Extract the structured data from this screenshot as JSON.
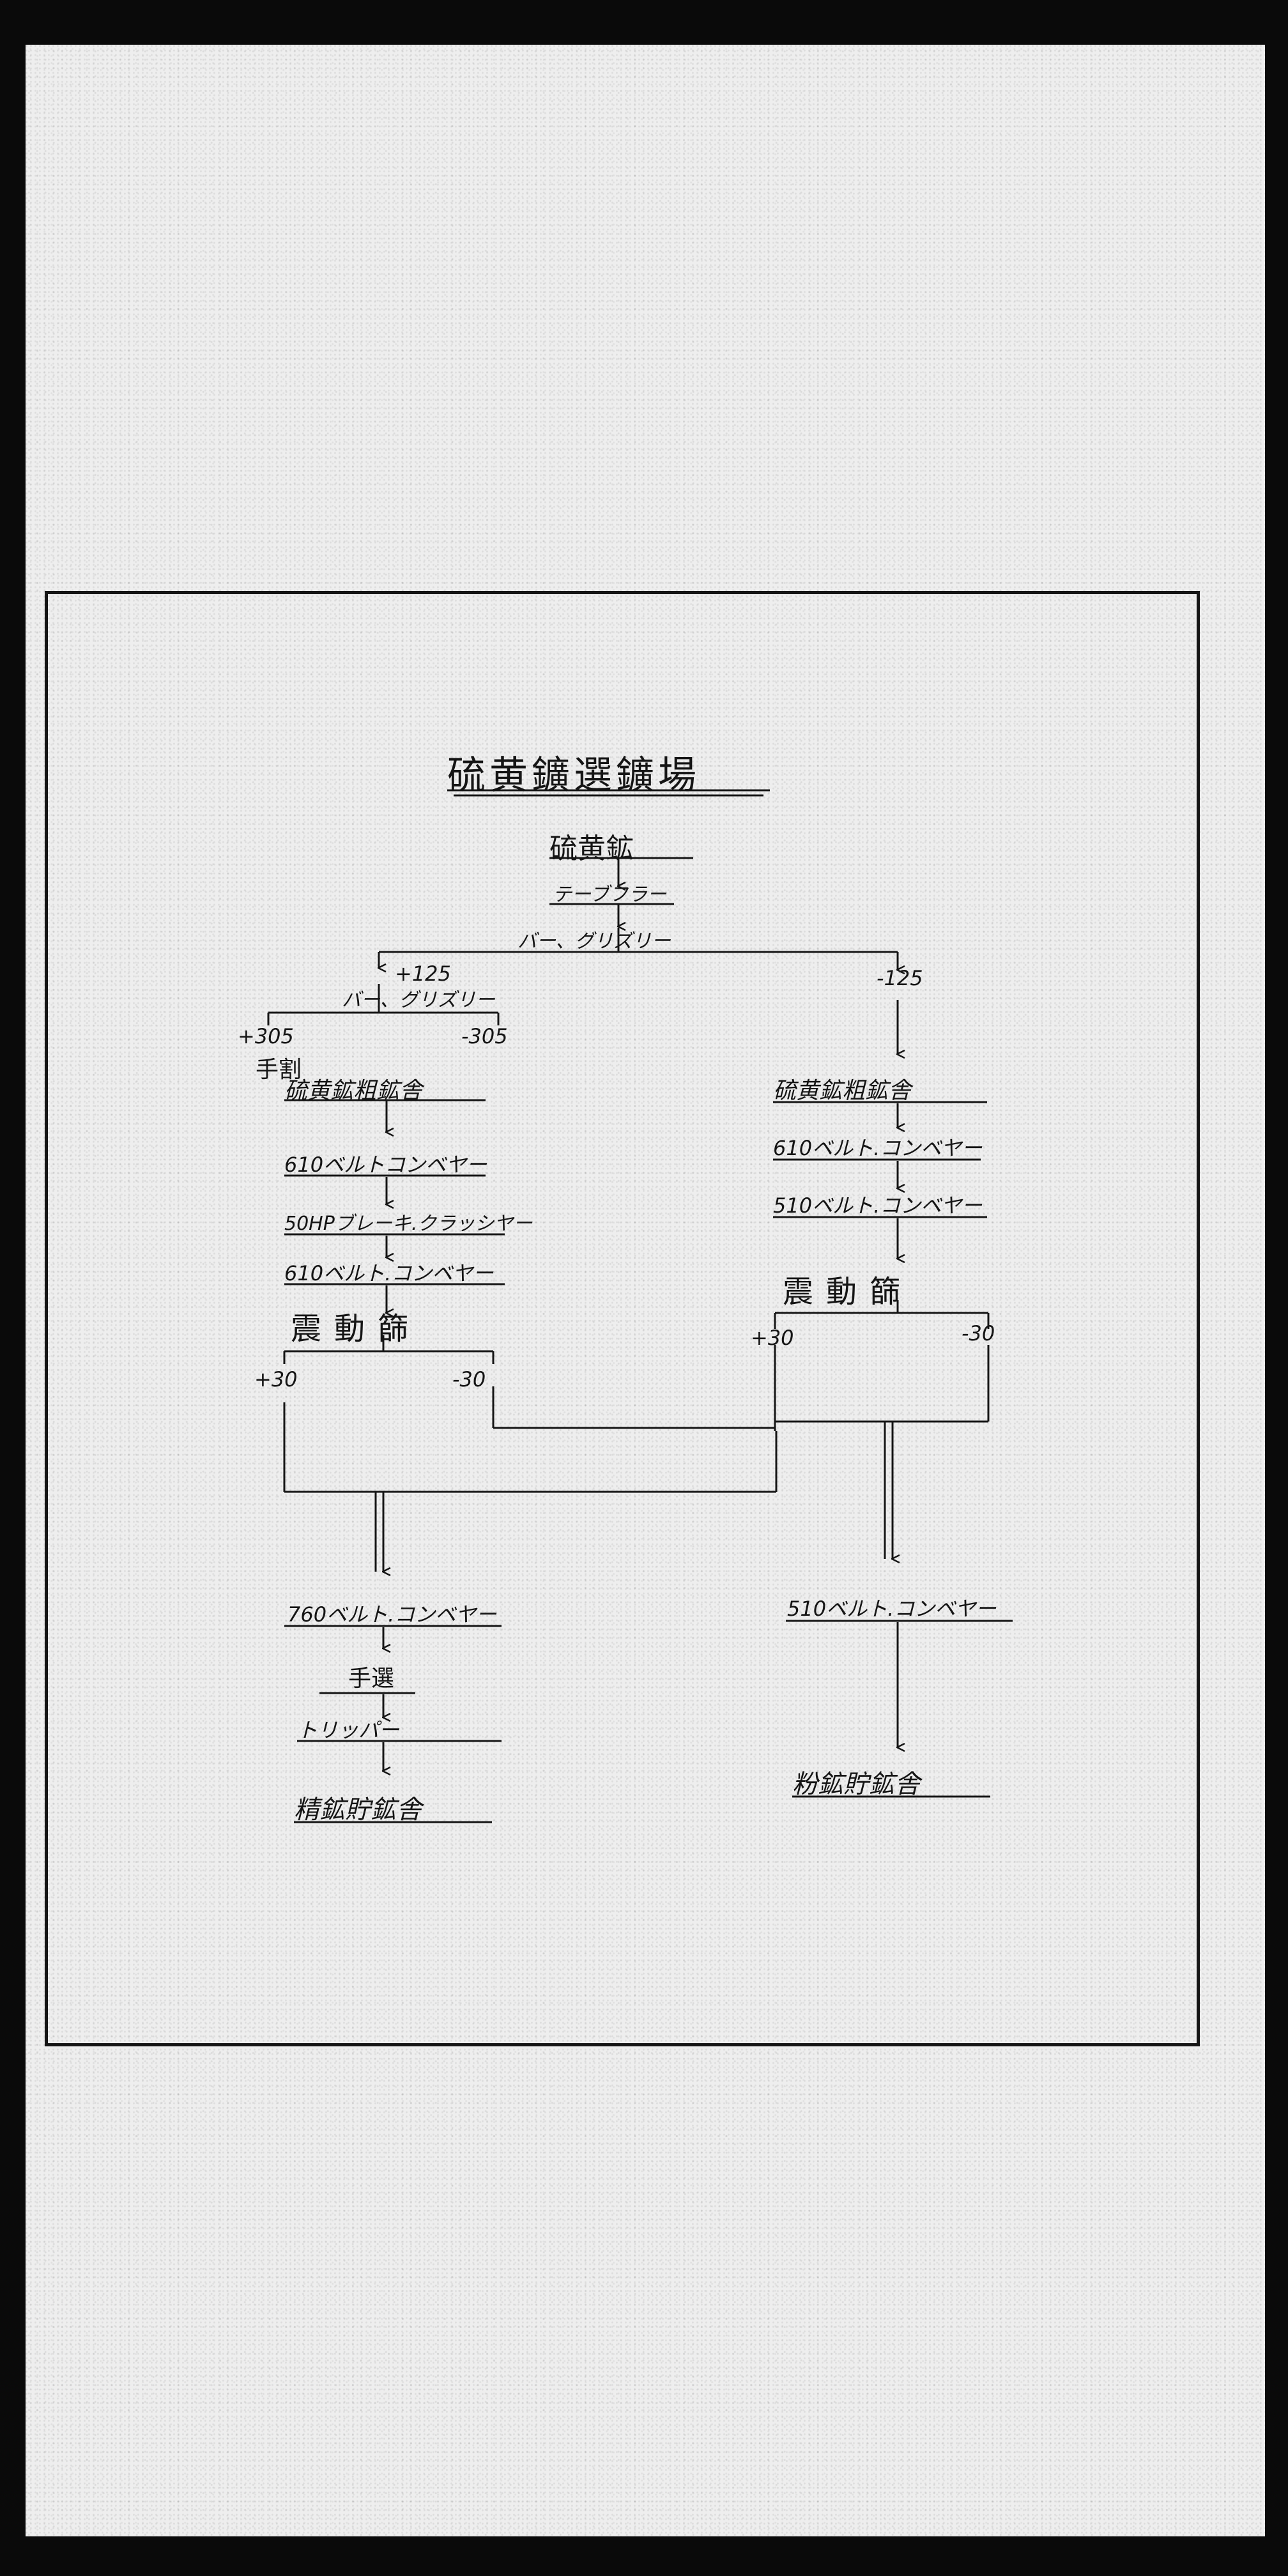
{
  "diagram": {
    "title": "硫黄鑛選鑛場",
    "nodes": {
      "ore": "硫黄鉱",
      "table_feeder": "テーブフラー",
      "bar_grizzly_top": "バー、グリズリー",
      "plus125": "+125",
      "minus125": "-125",
      "bar_grizzly_left": "バー、グリズリー",
      "plus305": "+305",
      "minus305": "-305",
      "hand_crush": "手割",
      "left_coarse_bin": "硫黄鉱粗鉱舎",
      "left_belt_610a": "610ベルトコンベヤー",
      "breaker_crusher": "50HPブレーキ.クラッシヤー",
      "left_belt_610b": "610ベルト.コンベヤー",
      "left_screen": "震動篩",
      "left_plus30": "+30",
      "left_minus30": "-30",
      "right_coarse_bin": "硫黄鉱粗鉱舎",
      "right_belt_610": "610ベルト.コンベヤー",
      "right_belt_510a": "510ベルト.コンベヤー",
      "right_screen": "震動篩",
      "right_plus30": "+30",
      "right_minus30": "-30",
      "belt_760": "760ベルト.コンベヤー",
      "hand_sort": "手選",
      "tripper": "トリッパー",
      "concentrate_bin": "精鉱貯鉱舎",
      "belt_510b": "510ベルト.コンベヤー",
      "fines_bin": "粉鉱貯鉱舎"
    }
  }
}
